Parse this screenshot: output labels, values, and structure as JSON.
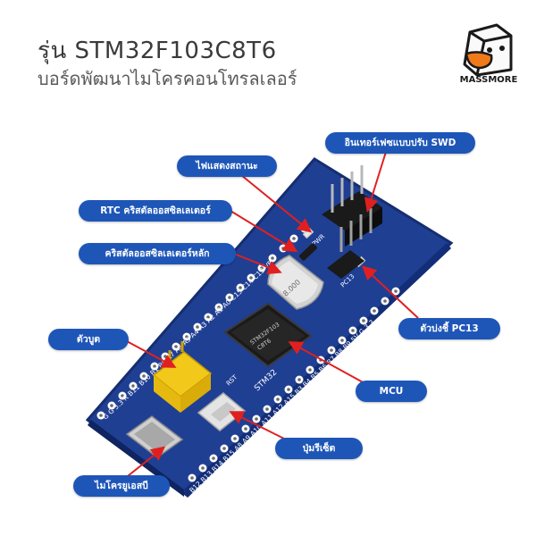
{
  "header": {
    "title": "รุ่น STM32F103C8T6",
    "subtitle": "บอร์ดพัฒนาไมโครคอนโทรลเลอร์"
  },
  "brand": {
    "name": "MASSMORE"
  },
  "labels": {
    "led": "ไฟแสดงสถานะ",
    "swd": "อินเทอร์เฟซแบบปรับ SWD",
    "rtc": "RTC คริสตัลออสซิลเลเตอร์",
    "main_crystal": "คริสตัลออสซิลเลเตอร์หลัก",
    "pc13": "ตัวบ่งชี้ PC13",
    "boot": "ตัวบูต",
    "mcu": "MCU",
    "reset": "ปุ่มรีเซ็ต",
    "micro_usb": "ไมโครยูเอสบี"
  },
  "board_text": {
    "chip_brand": "STM32",
    "pin_top": "B12 B13 B14 B15 A8 A9 A10 A11 A12 A15 B3 B4 B5 B6 B7 B8 B9 5V G 3.3",
    "pin_bottom": "G G 3.3 R B11 B10 B1 B0 A7 A6 A5 A4 A3 A2 A1 A0 C15 C14 C13 VB",
    "pc13_mark": "PC13",
    "pwr_mark": "PWR",
    "reset_mark": "RST",
    "chip_line1": "STM32F103",
    "chip_line2": "C8T6",
    "crystal_mark": "8.000"
  },
  "colors": {
    "accent": "#1e56b8",
    "board": "#1f3f93",
    "arrow": "#e02020",
    "jumper": "#f2c81a"
  }
}
